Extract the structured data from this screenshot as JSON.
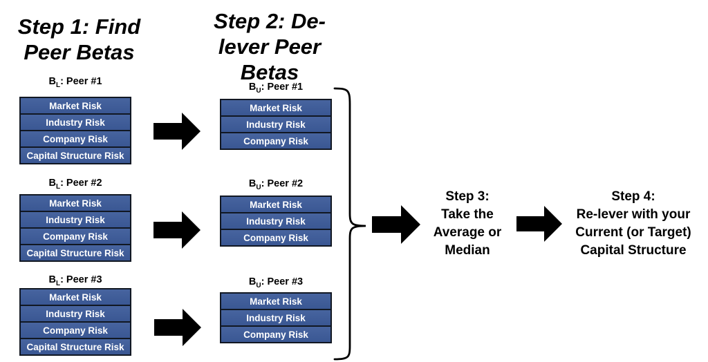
{
  "diagram": {
    "step1": {
      "title_lines": [
        "Step 1: Find",
        "Peer Betas"
      ],
      "groups": [
        {
          "sym": "B",
          "sub": "L",
          "rest": ": Peer #1",
          "rows": [
            "Market Risk",
            "Industry Risk",
            "Company Risk",
            "Capital Structure Risk"
          ]
        },
        {
          "sym": "B",
          "sub": "L",
          "rest": ": Peer #2",
          "rows": [
            "Market Risk",
            "Industry Risk",
            "Company Risk",
            "Capital Structure Risk"
          ]
        },
        {
          "sym": "B",
          "sub": "L",
          "rest": ": Peer #3",
          "rows": [
            "Market Risk",
            "Industry Risk",
            "Company Risk",
            "Capital Structure Risk"
          ]
        }
      ]
    },
    "step2": {
      "title_lines": [
        "Step 2: De-",
        "lever Peer",
        "Betas"
      ],
      "groups": [
        {
          "sym": "B",
          "sub": "U",
          "rest": ": Peer #1",
          "rows": [
            "Market Risk",
            "Industry Risk",
            "Company Risk"
          ]
        },
        {
          "sym": "B",
          "sub": "U",
          "rest": ": Peer #2",
          "rows": [
            "Market Risk",
            "Industry Risk",
            "Company Risk"
          ]
        },
        {
          "sym": "B",
          "sub": "U",
          "rest": ": Peer #3",
          "rows": [
            "Market Risk",
            "Industry Risk",
            "Company Risk"
          ]
        }
      ]
    },
    "step3": {
      "lines": [
        "Step 3:",
        "Take the",
        "Average or",
        "Median"
      ]
    },
    "step4": {
      "lines": [
        "Step 4:",
        "Re-lever with your",
        "Current (or Target)",
        "Capital Structure"
      ]
    },
    "colors": {
      "box_fill_top": "#47649F",
      "box_fill_bottom": "#3A5793",
      "box_border": "#111722",
      "box_text": "#FFFFFF",
      "arrow": "#000000",
      "text": "#000000",
      "background": "#FFFFFF"
    }
  }
}
